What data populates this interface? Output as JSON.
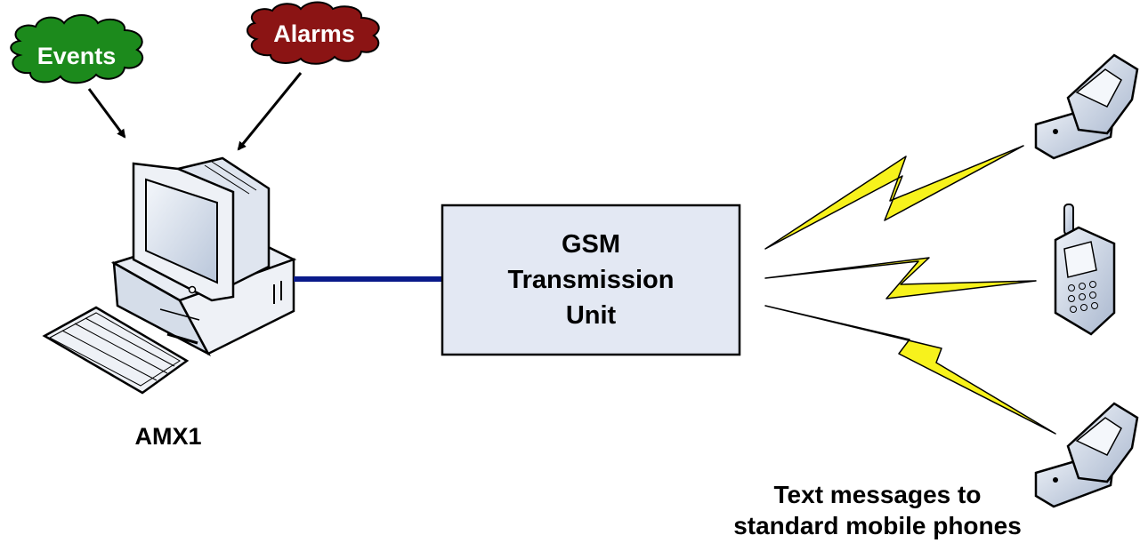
{
  "diagram": {
    "events_cloud": {
      "label": "Events",
      "color": "#1c8a1c"
    },
    "alarms_cloud": {
      "label": "Alarms",
      "color": "#8b1414"
    },
    "computer": {
      "label": "AMX1"
    },
    "gsm_unit": {
      "line1": "GSM",
      "line2": "Transmission",
      "line3": "Unit",
      "fill": "#e3e8f3"
    },
    "connection_color": "#0a1a8a",
    "signal_color": "#f7f21c",
    "phones_caption": {
      "line1": "Text messages to",
      "line2": "standard mobile phones"
    },
    "phone_color": "#cdd7e8"
  }
}
